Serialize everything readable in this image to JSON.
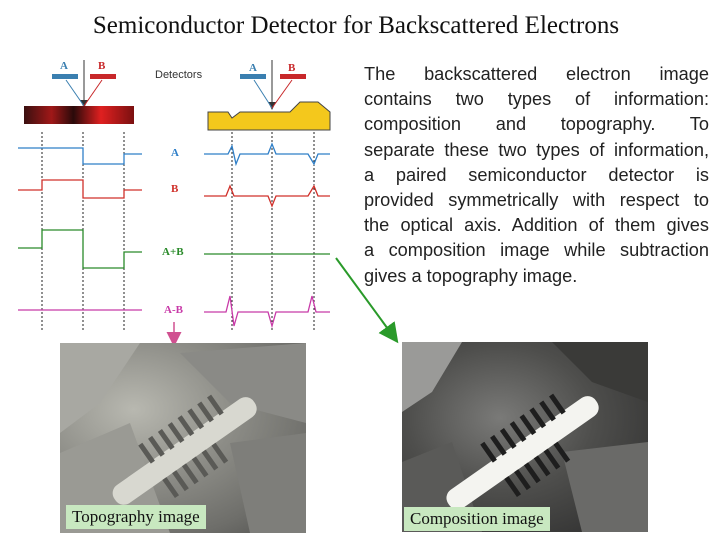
{
  "title": "Semiconductor Detector for Backscattered Electrons",
  "description_lines": [
    "The backscattered electron image",
    "contains two types of information:",
    "composition and topography. To",
    "separate these two types of information,",
    "a paired semiconductor detector is",
    "provided symmetrically with respect to",
    "the optical axis. Addition of them gives",
    "a composition image while subtraction",
    "gives a topography image."
  ],
  "diagram": {
    "detectors_label": "Detectors",
    "detector_a_label": "A",
    "detector_b_label": "B",
    "signals": [
      {
        "label": "A",
        "color": "#2f7fc8"
      },
      {
        "label": "B",
        "color": "#d0302a"
      },
      {
        "label": "A+B",
        "color": "#2a8a2a"
      },
      {
        "label": "A-B",
        "color": "#c83aa8"
      }
    ],
    "colors": {
      "detector_a": "#3a7fb0",
      "detector_b": "#c8282a",
      "sample_topo": "#f4c81c",
      "arrow_green": "#2a9a2a",
      "arrow_pink": "#d05090"
    }
  },
  "images": {
    "topography_caption": "Topography image",
    "composition_caption": "Composition image"
  }
}
